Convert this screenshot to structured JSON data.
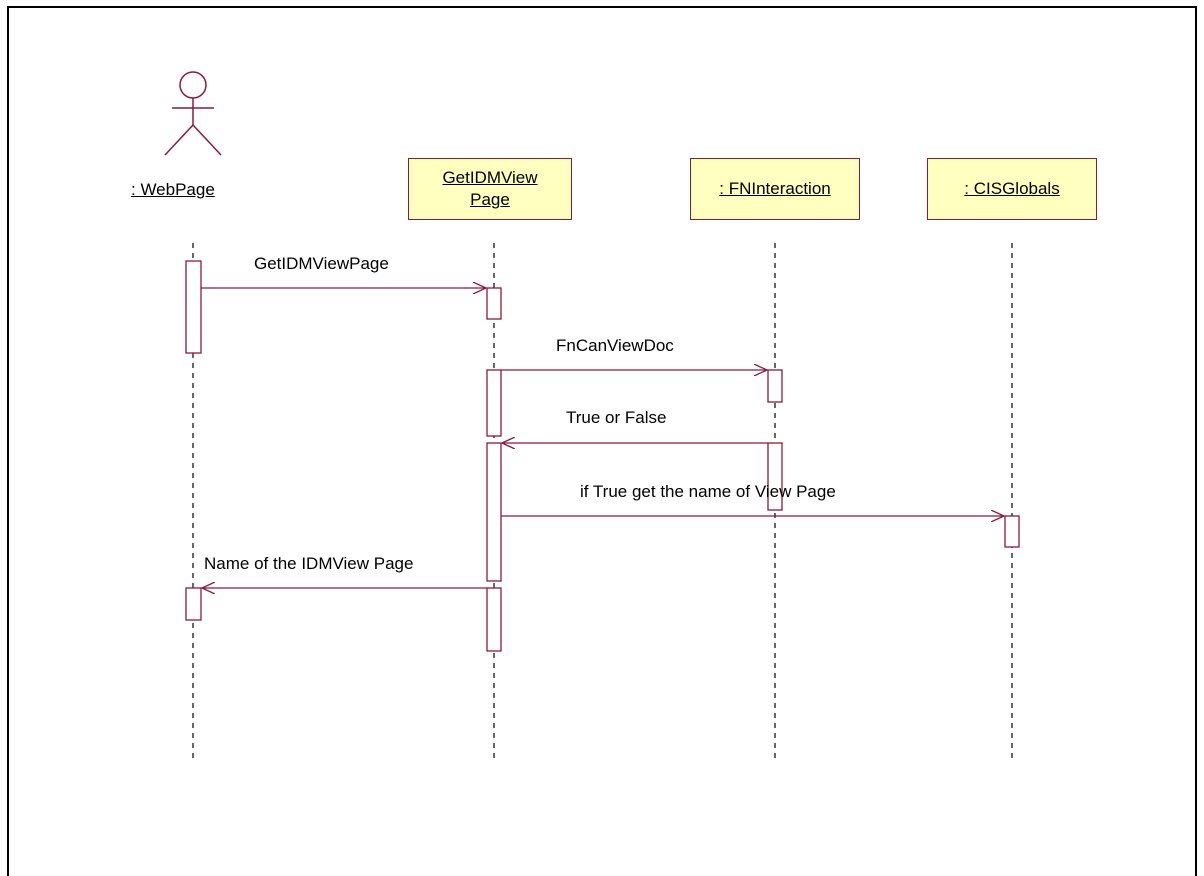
{
  "actor": {
    "label": ": WebPage"
  },
  "objects": [
    {
      "id": "getidmviewpage",
      "line1": "GetIDMView",
      "line2": "Page"
    },
    {
      "id": "fninteraction",
      "line1": ": FNInteraction"
    },
    {
      "id": "cisglobals",
      "line1": ": CISGlobals"
    }
  ],
  "messages": [
    {
      "id": "m1",
      "label": "GetIDMViewPage",
      "kind": "call"
    },
    {
      "id": "m2",
      "label": "FnCanViewDoc",
      "kind": "call"
    },
    {
      "id": "m3",
      "label": "True or False",
      "kind": "return"
    },
    {
      "id": "m4",
      "label": "if True get the name of View Page",
      "kind": "call"
    },
    {
      "id": "m5",
      "label": "Name of the IDMView Page",
      "kind": "return"
    }
  ],
  "colors": {
    "line": "#8b1a3a",
    "box_fill": "#ffffc0",
    "lifeline": "#000000"
  }
}
